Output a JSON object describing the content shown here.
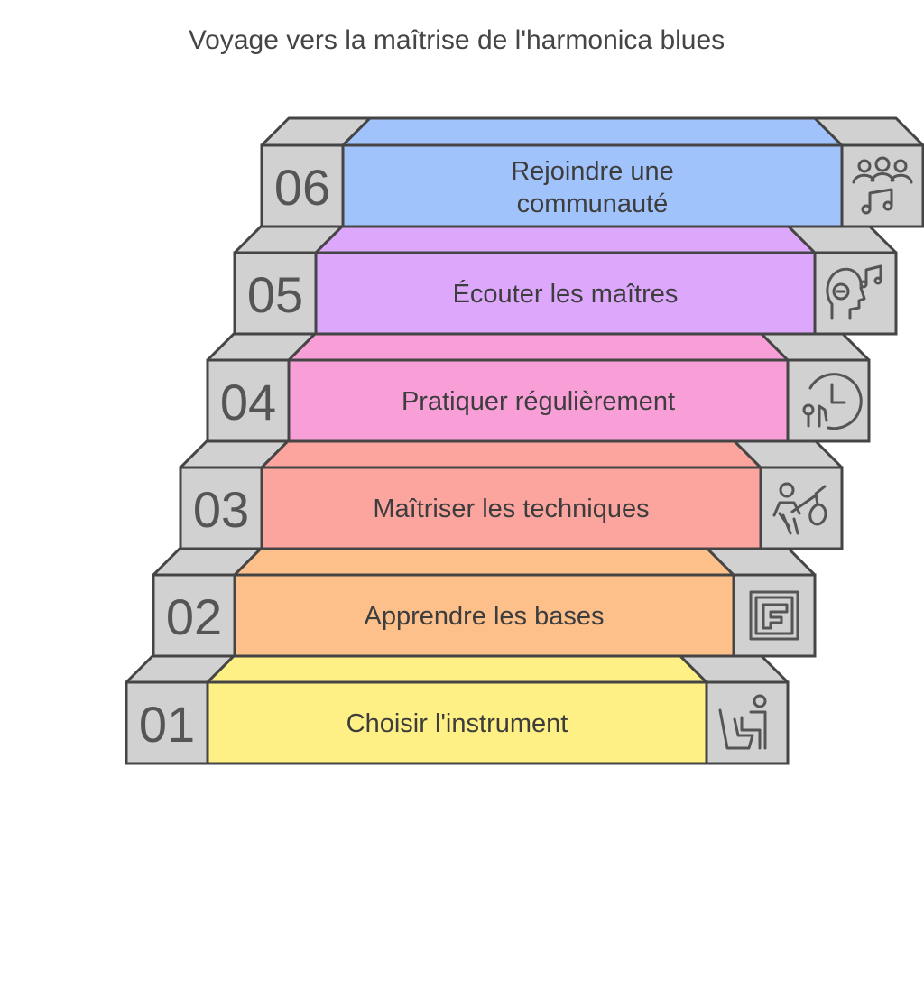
{
  "title": "Voyage vers la maîtrise de l'harmonica blues",
  "steps": [
    {
      "number": "01",
      "label": [
        "Choisir l'instrument"
      ],
      "color": "#FEF085",
      "color_top": "#FEF085",
      "icon": "person-sitting-icon"
    },
    {
      "number": "02",
      "label": [
        "Apprendre les bases"
      ],
      "color": "#FDC08A",
      "color_top": "#FDC08A",
      "icon": "basic-shape-icon"
    },
    {
      "number": "03",
      "label": [
        "Maîtriser les techniques"
      ],
      "color": "#FCA59F",
      "color_top": "#FCA59F",
      "icon": "musician-icon"
    },
    {
      "number": "04",
      "label": [
        "Pratiquer régulièrement"
      ],
      "color": "#F99FD8",
      "color_top": "#F99FD8",
      "icon": "clock-practice-icon"
    },
    {
      "number": "05",
      "label": [
        "Écouter les maîtres"
      ],
      "color": "#DDA7FC",
      "color_top": "#DDA7FC",
      "icon": "listening-head-icon"
    },
    {
      "number": "06",
      "label": [
        "Rejoindre une",
        "communauté"
      ],
      "color": "#A1C3FC",
      "color_top": "#A1C3FC",
      "icon": "community-music-icon"
    }
  ],
  "colors": {
    "gray": "#D1D1D1",
    "outline": "#454545"
  }
}
